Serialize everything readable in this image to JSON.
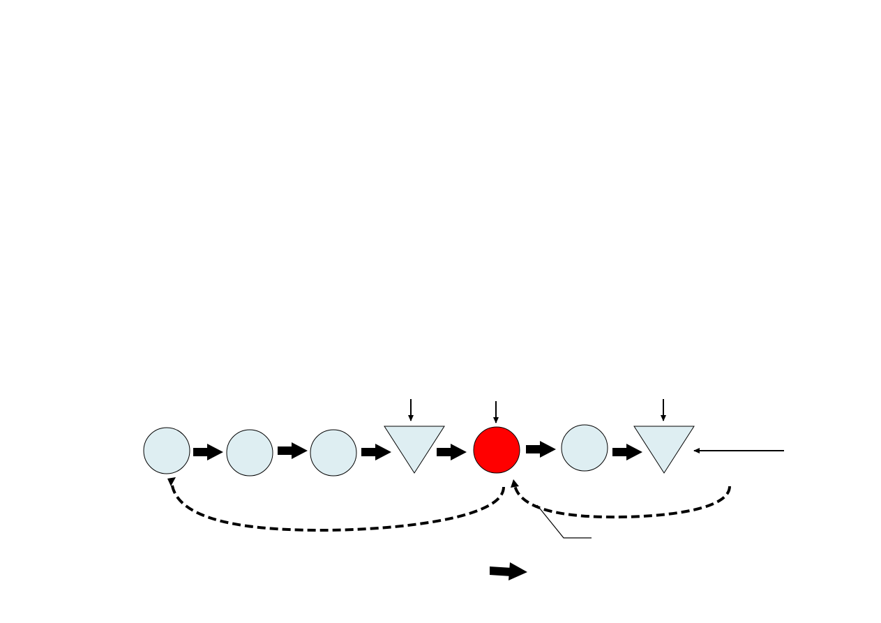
{
  "colors": {
    "background": "#ffffff",
    "node_fill": "#deeef2",
    "highlight_fill": "#ff0000",
    "stroke": "#000000"
  },
  "diagram": {
    "nodes": [
      {
        "shape": "circle",
        "highlighted": false
      },
      {
        "shape": "circle",
        "highlighted": false
      },
      {
        "shape": "circle",
        "highlighted": false
      },
      {
        "shape": "triangle",
        "highlighted": false,
        "input_arrow": true
      },
      {
        "shape": "circle",
        "highlighted": true,
        "input_arrow": true
      },
      {
        "shape": "circle",
        "highlighted": false
      },
      {
        "shape": "triangle",
        "highlighted": false,
        "input_arrow": true
      }
    ],
    "flow_arrows": 6,
    "side_input_arrow": true,
    "feedback_loops": 2,
    "legend_arrow": true
  }
}
